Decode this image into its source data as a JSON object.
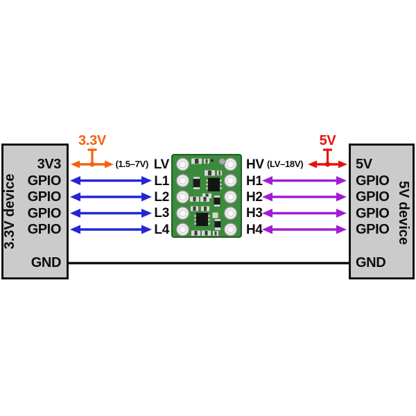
{
  "diagram": {
    "left_device": {
      "label": "3.3V device",
      "pins": [
        "3V3",
        "GPIO",
        "GPIO",
        "GPIO",
        "GPIO",
        "GND"
      ]
    },
    "right_device": {
      "label": "5V device",
      "pins": [
        "5V",
        "GPIO",
        "GPIO",
        "GPIO",
        "GPIO",
        "GND"
      ]
    },
    "shifter": {
      "low_pins": [
        "LV",
        "L1",
        "L2",
        "L3",
        "L4"
      ],
      "high_pins": [
        "HV",
        "H1",
        "H2",
        "H3",
        "H4"
      ]
    },
    "supplies": {
      "low": {
        "label": "3.3V",
        "range": "(1.5–7V)",
        "color": "#f2620f"
      },
      "high": {
        "label": "5V",
        "range": "(LV–18V)",
        "color": "#e90f0f"
      }
    },
    "signals": {
      "low_color": "#2525d6",
      "high_color": "#a01dd2",
      "ground_color": "#111111"
    },
    "board": {
      "pcb_color": "#3c8a3c",
      "hole_count": 10
    },
    "icons": {
      "bidirectional_arrow": "↔",
      "supply_tap": "⊥"
    }
  }
}
